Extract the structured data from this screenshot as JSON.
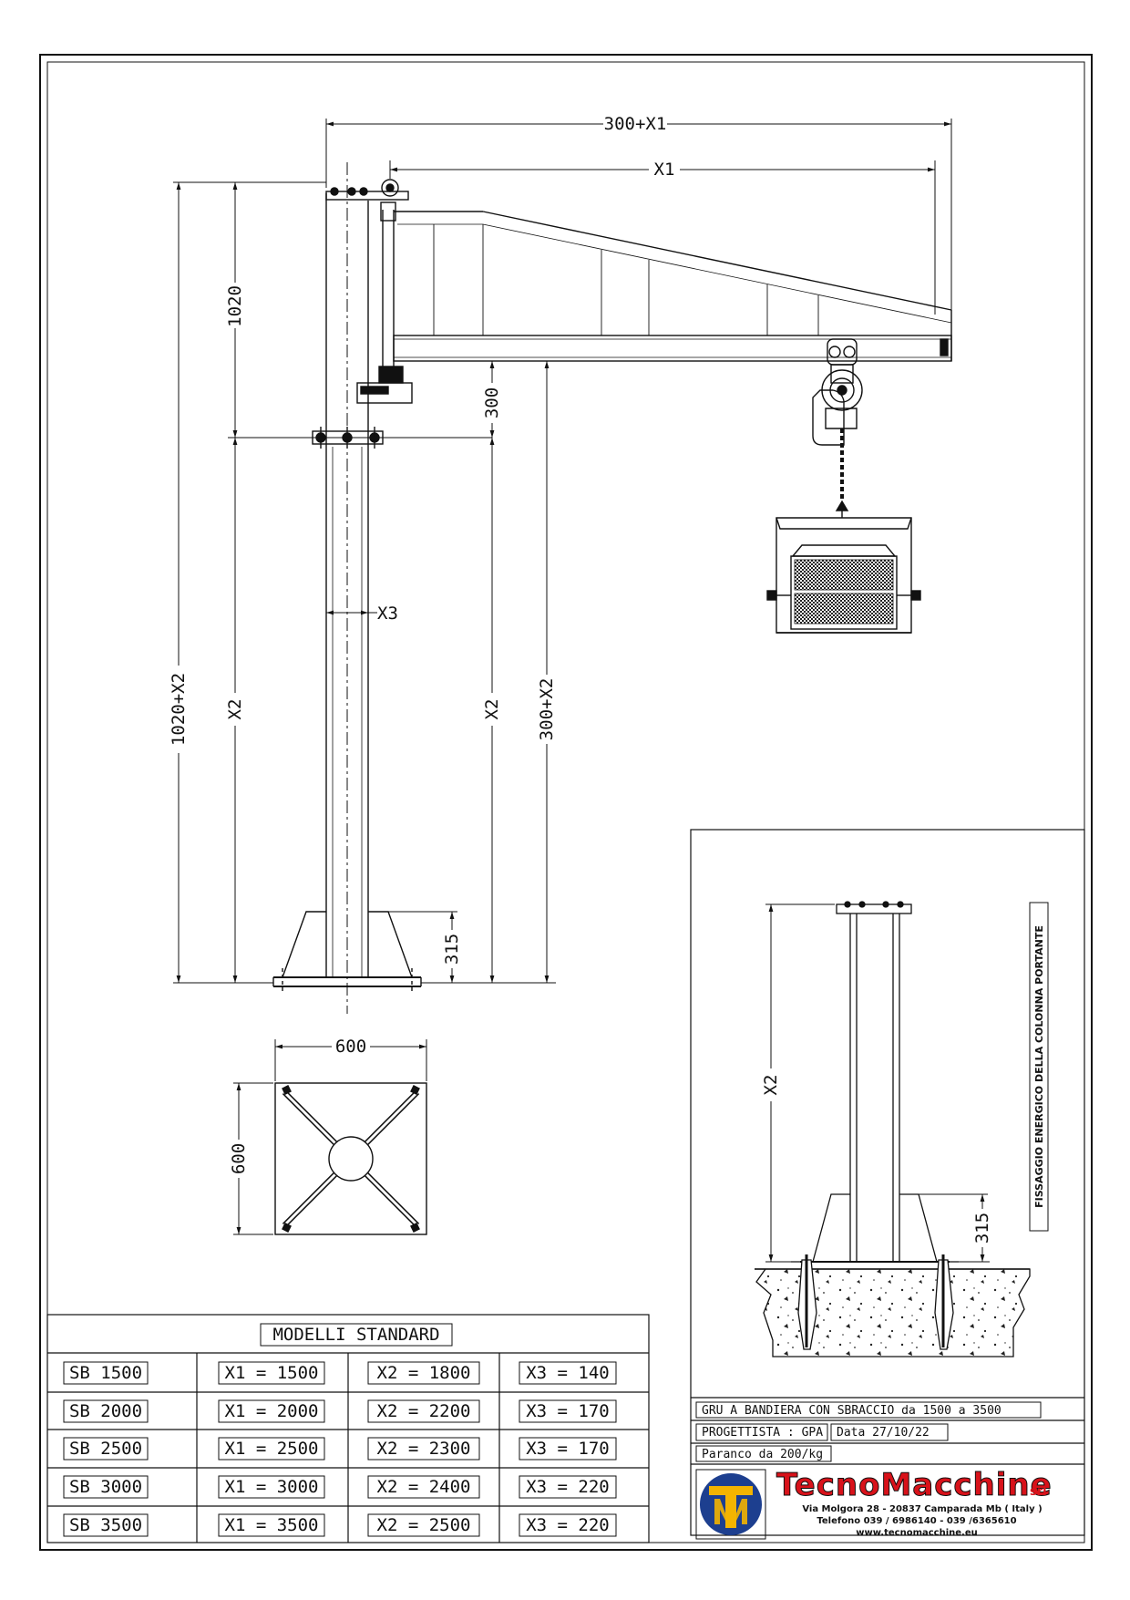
{
  "dimensions": {
    "top_overall": "300+X1",
    "arm_reach": "X1",
    "upper_column": "1020",
    "total_height": "1020+X2",
    "column_height": "X2",
    "arm_clearance": "300",
    "hook_height": "300+X2",
    "column_offset": "X3",
    "base_plinth": "315",
    "plate_width": "600",
    "plate_depth": "600"
  },
  "detail": {
    "title": "FISSAGGIO ENERGICO DELLA COLONNA PORTANTE",
    "height": "X2",
    "plinth": "315"
  },
  "models_table": {
    "title": "MODELLI STANDARD",
    "rows": [
      [
        "SB 1500",
        "X1 = 1500",
        "X2 = 1800",
        "X3 = 140"
      ],
      [
        "SB 2000",
        "X1 = 2000",
        "X2 = 2200",
        "X3 = 170"
      ],
      [
        "SB 2500",
        "X1 = 2500",
        "X2 = 2300",
        "X3 = 170"
      ],
      [
        "SB 3000",
        "X1 = 3000",
        "X2 = 2400",
        "X3 = 220"
      ],
      [
        "SB 3500",
        "X1 = 3500",
        "X2 = 2500",
        "X3 = 220"
      ]
    ]
  },
  "title_block": {
    "description": "GRU A BANDIERA CON SBRACCIO  da  1500 a 3500",
    "designer": "PROGETTISTA : GPA",
    "date": "Data  27/10/22",
    "hoist": "Paranco da 200/kg"
  },
  "company": {
    "name": "TecnoMacchine",
    "suffix": "srl",
    "address": "Via Molgora 28 - 20837 Camparada  Mb  ( Italy )",
    "phone": "Telefono 039 / 6986140 - 039 /6365610",
    "web": "www.tecnomacchine.eu"
  },
  "colors": {
    "brand_red": "#d8121a",
    "logo_blue": "#1d3f8f",
    "logo_yellow": "#f4b400"
  }
}
